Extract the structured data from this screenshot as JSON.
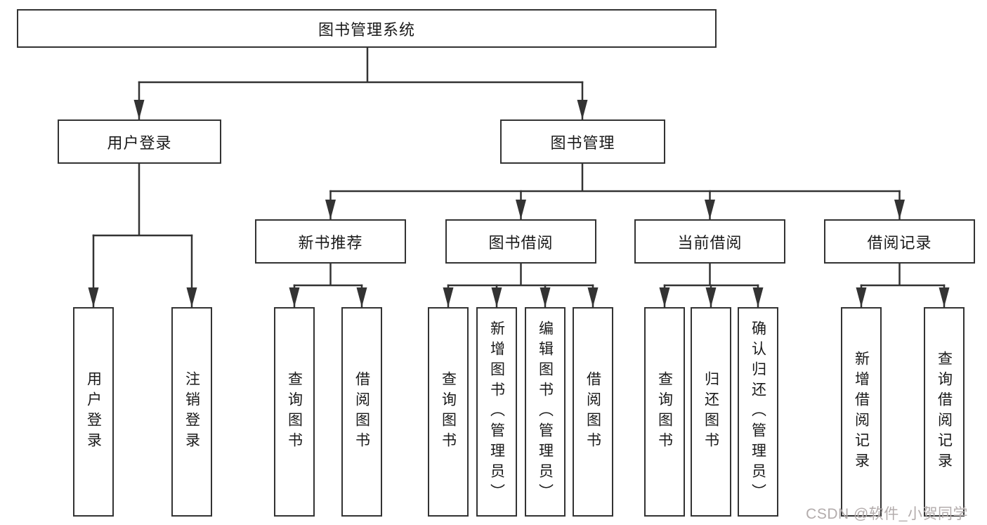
{
  "tree": {
    "label": "图书管理系统",
    "children": [
      {
        "label": "用户登录",
        "children": [
          {
            "label": "用户登录"
          },
          {
            "label": "注销登录"
          }
        ]
      },
      {
        "label": "图书管理",
        "children": [
          {
            "label": "新书推荐",
            "children": [
              {
                "label": "查询图书"
              },
              {
                "label": "借阅图书"
              }
            ]
          },
          {
            "label": "图书借阅",
            "children": [
              {
                "label": "查询图书"
              },
              {
                "label": "新增图书（管理员）"
              },
              {
                "label": "编辑图书（管理员）"
              },
              {
                "label": "借阅图书"
              }
            ]
          },
          {
            "label": "当前借阅",
            "children": [
              {
                "label": "查询图书"
              },
              {
                "label": "归还图书"
              },
              {
                "label": "确认归还（管理员）"
              }
            ]
          },
          {
            "label": "借阅记录",
            "children": [
              {
                "label": "新增借阅记录"
              },
              {
                "label": "查询借阅记录"
              }
            ]
          }
        ]
      }
    ]
  },
  "watermark": "CSDN @软件_小贺同学",
  "colors": {
    "line": "#333333",
    "box_border": "#333333",
    "text": "#1a1a1a",
    "watermark": "#b3acac",
    "background": "#ffffff"
  }
}
